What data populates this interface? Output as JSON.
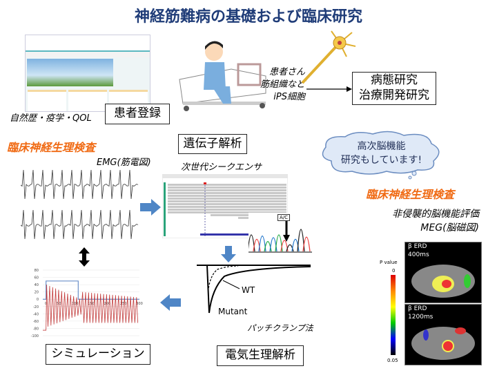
{
  "title": "神経筋難病の基礎および臨床研究",
  "registry": {
    "caption": "自然歴・疫学・QOL",
    "box_label": "患者登録"
  },
  "samples": {
    "lines": [
      "患者さん",
      "筋組織など",
      "iPS細胞"
    ]
  },
  "research_box": {
    "lines": [
      "病態研究",
      "治療開発研究"
    ]
  },
  "clinical_left": {
    "heading": "臨床神経生理検査",
    "emg_label": "EMG(筋電図)"
  },
  "genetics": {
    "box_label": "遺伝子解析",
    "subtitle": "次世代シークエンサ",
    "chromatogram_tag": "A/C"
  },
  "electrophysiology": {
    "wt_label": "WT",
    "mutant_label": "Mutant",
    "method_label": "パッチクランプ法",
    "box_label": "電気生理解析"
  },
  "simulation": {
    "box_label": "シミュレーション",
    "y_ticks": [
      "80",
      "60",
      "40",
      "20",
      "0",
      "-20",
      "-40",
      "-60",
      "-80",
      "-100"
    ],
    "x_ticks": [
      "0",
      "50",
      "100",
      "150",
      "200",
      "250",
      "300"
    ]
  },
  "cloud": {
    "lines": [
      "高次脳機能",
      "研究もしています!"
    ]
  },
  "clinical_right": {
    "heading": "臨床神経生理検査",
    "lines": [
      "非侵襲的脳機能評価",
      "MEG(脳磁図)"
    ]
  },
  "meg": {
    "colorbar_title": "P value",
    "colorbar_max": "0",
    "colorbar_min": "0.05",
    "panels": [
      {
        "label": "β ERD",
        "time": "400ms"
      },
      {
        "label": "β ERD",
        "time": "1200ms"
      }
    ]
  },
  "colors": {
    "title": "#1f3c78",
    "accent": "#f06a13",
    "arrow": "#4f86c6"
  }
}
